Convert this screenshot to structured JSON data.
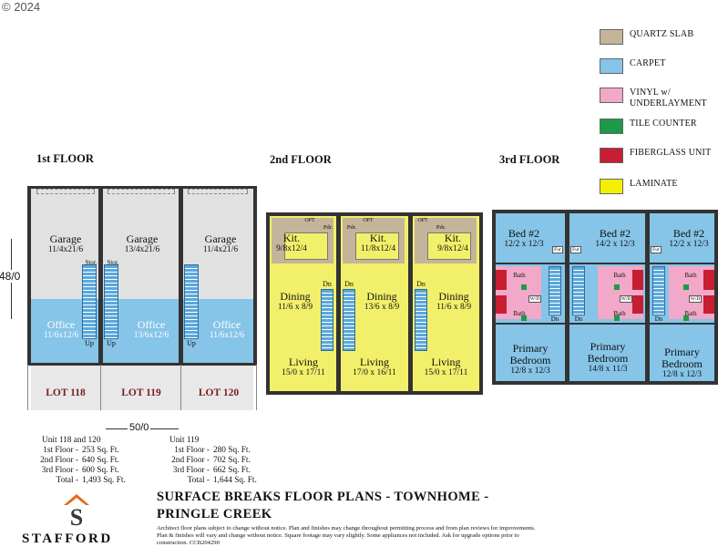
{
  "copyright": "© 2024",
  "legend": [
    {
      "label": "QUARTZ SLAB",
      "color": "#c4b49a"
    },
    {
      "label": "CARPET",
      "color": "#86c4e8"
    },
    {
      "label": "VINYL w/\nUNDERLAYMENT",
      "color": "#f2a8c8"
    },
    {
      "label": "TILE COUNTER",
      "color": "#1c9a4a"
    },
    {
      "label": "FIBERGLASS UNIT",
      "color": "#c81e32"
    },
    {
      "label": "LAMINATE",
      "color": "#f5f000"
    }
  ],
  "floors": {
    "first": {
      "title": "1st FLOOR",
      "garages": [
        {
          "name": "Garage",
          "dims": "11/4x21/6"
        },
        {
          "name": "Garage",
          "dims": "13/4x21/6"
        },
        {
          "name": "Garage",
          "dims": "11/4x21/6"
        }
      ],
      "offices": [
        {
          "name": "Office",
          "dims": "11/6x12/6"
        },
        {
          "name": "Office",
          "dims": "13/6x12/6"
        },
        {
          "name": "Office",
          "dims": "11/6x12/6"
        }
      ],
      "lots": [
        "LOT 118",
        "LOT 119",
        "LOT 120"
      ],
      "stor": "Stor.",
      "up": "Up",
      "dim_height": "48/0",
      "dim_width": "50/0"
    },
    "second": {
      "title": "2nd FLOOR",
      "kitchens": [
        {
          "name": "Kit.",
          "dims": "9/8x12/4"
        },
        {
          "name": "Kit.",
          "dims": "11/8x12/4"
        },
        {
          "name": "Kit.",
          "dims": "9/8x12/4"
        }
      ],
      "dining": [
        {
          "name": "Dining",
          "dims": "11/6 x 8/9"
        },
        {
          "name": "Dining",
          "dims": "13/6 x 8/9"
        },
        {
          "name": "Dining",
          "dims": "11/6 x 8/9"
        }
      ],
      "living": [
        {
          "name": "Living",
          "dims": "15/0 x 17/11"
        },
        {
          "name": "Living",
          "dims": "17/0 x 16/11"
        },
        {
          "name": "Living",
          "dims": "15/0 x 17/11"
        }
      ],
      "opt": "OPT",
      "pdr": "Pdr.",
      "dn": "Dn"
    },
    "third": {
      "title": "3rd FLOOR",
      "bed2": [
        {
          "name": "Bed #2",
          "dims": "12/2 x 12/3"
        },
        {
          "name": "Bed #2",
          "dims": "14/2 x 12/3"
        },
        {
          "name": "Bed #2",
          "dims": "12/2 x 12/3"
        }
      ],
      "primary": [
        {
          "name1": "Primary",
          "name2": "Bedroom",
          "dims": "12/8 x 12/3"
        },
        {
          "name1": "Primary",
          "name2": "Bedroom",
          "dims": "14/8 x 11/3"
        },
        {
          "name1": "Primary",
          "name2": "Bedroom",
          "dims": "12/8 x 12/3"
        }
      ],
      "bath": "Bath",
      "wd": "W/D",
      "fur": "Fur",
      "dn": "Dn"
    }
  },
  "units": [
    {
      "name": "Unit 118 and 120",
      "rows": [
        {
          "k": "1st Floor -",
          "v": "253 Sq. Ft."
        },
        {
          "k": "2nd Floor -",
          "v": "640 Sq. Ft."
        },
        {
          "k": "3rd Floor -",
          "v": "600 Sq. Ft."
        },
        {
          "k": "Total -",
          "v": "1,493 Sq. Ft."
        }
      ]
    },
    {
      "name": "Unit 119",
      "rows": [
        {
          "k": "1st Floor -",
          "v": "280 Sq. Ft."
        },
        {
          "k": "2nd Floor -",
          "v": "702 Sq. Ft."
        },
        {
          "k": "3rd Floor -",
          "v": "662 Sq. Ft."
        },
        {
          "k": "Total -",
          "v": "1,644 Sq. Ft."
        }
      ]
    }
  ],
  "title": "SURFACE BREAKS FLOOR PLANS - TOWNHOME -",
  "subtitle": "PRINGLE CREEK",
  "disclaimer": [
    "Architect floor plans subject to change without notice.  Plan and finishes may change throughout permitting process and from plan reviews for improvements.",
    "Plan & finishes will vary and change without notice.  Square footage may vary slightly.  Some appliances not included.  Ask for upgrade options prior to",
    "construction.  CCB204290"
  ],
  "logo": {
    "word": "STAFFORD",
    "letter": "S"
  },
  "colors": {
    "carpet": "#86c4e8",
    "laminate": "#f2f06a",
    "quartz": "#c4b49a",
    "vinyl": "#f2a8c8",
    "garage": "#e1e1e1",
    "fiberglass": "#c81e32",
    "tile": "#1c9a4a",
    "logo_orange": "#e26a1c"
  }
}
